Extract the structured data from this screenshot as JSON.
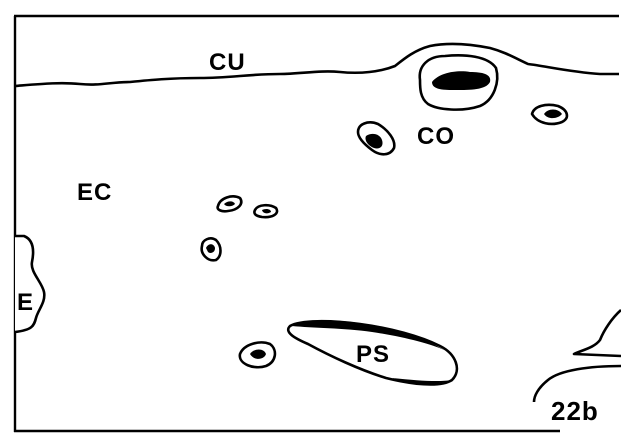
{
  "figure": {
    "panel_number": "22b",
    "labels": {
      "cu": "CU",
      "co": "CO",
      "ec": "EC",
      "e": "E",
      "ps": "PS"
    },
    "colors": {
      "ink": "#000000",
      "background": "#ffffff"
    }
  }
}
